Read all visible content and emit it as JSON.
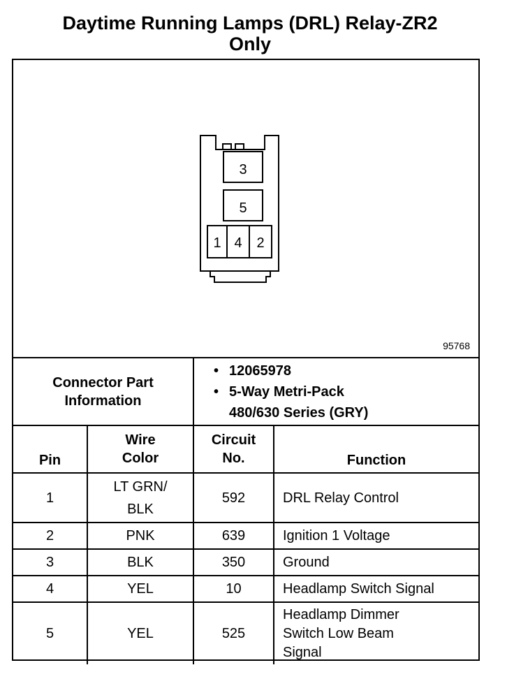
{
  "title_line1": "Daytime Running Lamps (DRL) Relay-ZR2",
  "title_line2": "Only",
  "diagram": {
    "figure_number": "95768",
    "cavities": [
      "3",
      "5",
      "1",
      "4",
      "2"
    ]
  },
  "connector_info": {
    "label_line1": "Connector Part",
    "label_line2": "Information",
    "part_number": "12065978",
    "description_line1": "5-Way Metri-Pack",
    "description_line2": "480/630 Series (GRY)",
    "bullet": "•"
  },
  "headers": {
    "pin": "Pin",
    "wire_color_line1": "Wire",
    "wire_color_line2": "Color",
    "circuit_line1": "Circuit",
    "circuit_line2": "No.",
    "function": "Function"
  },
  "rows": [
    {
      "pin": "1",
      "wire_line1": "LT GRN/",
      "wire_line2": "BLK",
      "circuit": "592",
      "function_line1": "DRL Relay Control"
    },
    {
      "pin": "2",
      "wire_line1": "PNK",
      "circuit": "639",
      "function_line1": "Ignition 1 Voltage"
    },
    {
      "pin": "3",
      "wire_line1": "BLK",
      "circuit": "350",
      "function_line1": "Ground"
    },
    {
      "pin": "4",
      "wire_line1": "YEL",
      "circuit": "10",
      "function_line1": "Headlamp Switch Signal"
    },
    {
      "pin": "5",
      "wire_line1": "YEL",
      "circuit": "525",
      "function_line1": "Headlamp Dimmer",
      "function_line2": "Switch Low Beam",
      "function_line3": "Signal"
    }
  ]
}
